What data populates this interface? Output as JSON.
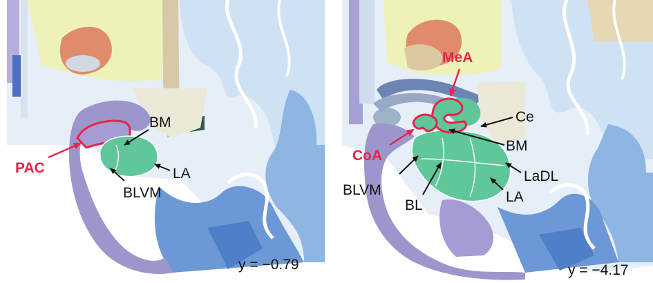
{
  "colors": {
    "highlight": "#e8234a",
    "amygdala": "#5fc79a",
    "cortex_purple": "#9b94cc",
    "cortex_blue": "#7ea7de",
    "cortex_dark_blue": "#4f7fc8",
    "white_matter": "#dfeaf7",
    "striatum_yellow": "#eaefb0",
    "globus_pallidus": "#e28e6c"
  },
  "left_panel": {
    "coordinate": "y = −0.79",
    "highlight_labels": {
      "pac": "PAC"
    },
    "labels": {
      "bm": "BM",
      "la": "LA",
      "blvm": "BLVM"
    }
  },
  "right_panel": {
    "coordinate": "y = −4.17",
    "highlight_labels": {
      "mea": "MeA",
      "coa": "CoA"
    },
    "labels": {
      "ce": "Ce",
      "bm": "BM",
      "ladl": "LaDL",
      "la": "LA",
      "blvm": "BLVM",
      "bl": "BL"
    }
  }
}
